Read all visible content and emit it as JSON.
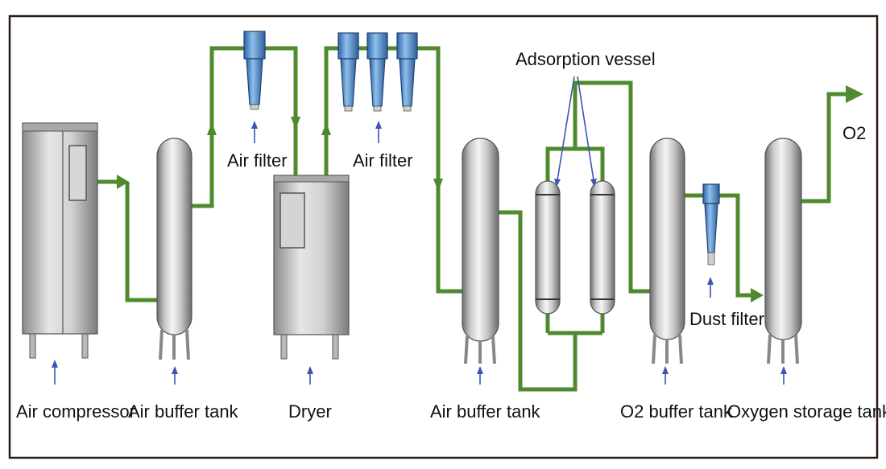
{
  "labels": {
    "air_compressor": "Air compressor",
    "air_buffer_tank_1": "Air buffer tank",
    "dryer": "Dryer",
    "air_buffer_tank_2": "Air buffer tank",
    "o2_buffer_tank": "O2 buffer tank",
    "oxygen_storage_tank": "Oxygen storage tank",
    "air_filter_1": "Air filter",
    "air_filter_2": "Air filter",
    "adsorption_vessel": "Adsorption vessel",
    "dust_filter": "Dust filter",
    "output_o2": "O2"
  },
  "colors": {
    "pipe": "#4f8a2e",
    "filter": "#4a86c8",
    "pointer": "#3d55b0",
    "frame": "#2b1a10"
  }
}
